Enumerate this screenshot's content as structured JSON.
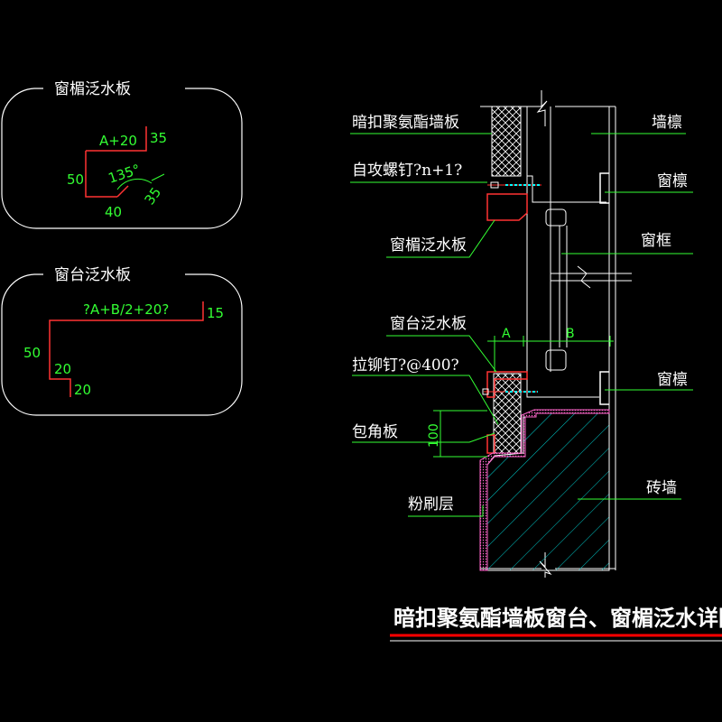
{
  "panels": {
    "head": {
      "title": "窗楣泛水板",
      "dim_top": "A+20",
      "dim_right": "35",
      "dim_left": "50",
      "dim_angle": "135°",
      "dim_diag": "35",
      "dim_bottom": "40"
    },
    "sill": {
      "title": "窗台泛水板",
      "dim_top": "?A+B/2+20?",
      "dim_right": "15",
      "dim_left": "50",
      "dim_step_v": "20",
      "dim_step_h": "20"
    }
  },
  "section": {
    "labels": {
      "panel": "暗扣聚氨酯墙板",
      "screw": "自攻螺钉?n+1?",
      "head_flashing": "窗楣泛水板",
      "sill_flashing": "窗台泛水板",
      "rivet": "拉铆钉?@400?",
      "corner": "包角板",
      "plaster": "粉刷层",
      "purlin_wall": "墙檩",
      "purlin_window_top": "窗檩",
      "frame": "窗框",
      "purlin_window_bottom": "窗檩",
      "brick": "砖墙"
    },
    "dims": {
      "a": "A",
      "b": "B",
      "h100": "100"
    }
  },
  "title": "暗扣聚氨酯墙板窗台、窗楣泛水详图",
  "colors": {
    "background": "#000000",
    "panel_outline": "#ffffff",
    "dimension": "#33ff33",
    "flashing": "#ff3333",
    "hatch": "#00cccc",
    "plaster": "#ff66cc",
    "title_underline": "#ff0000"
  }
}
